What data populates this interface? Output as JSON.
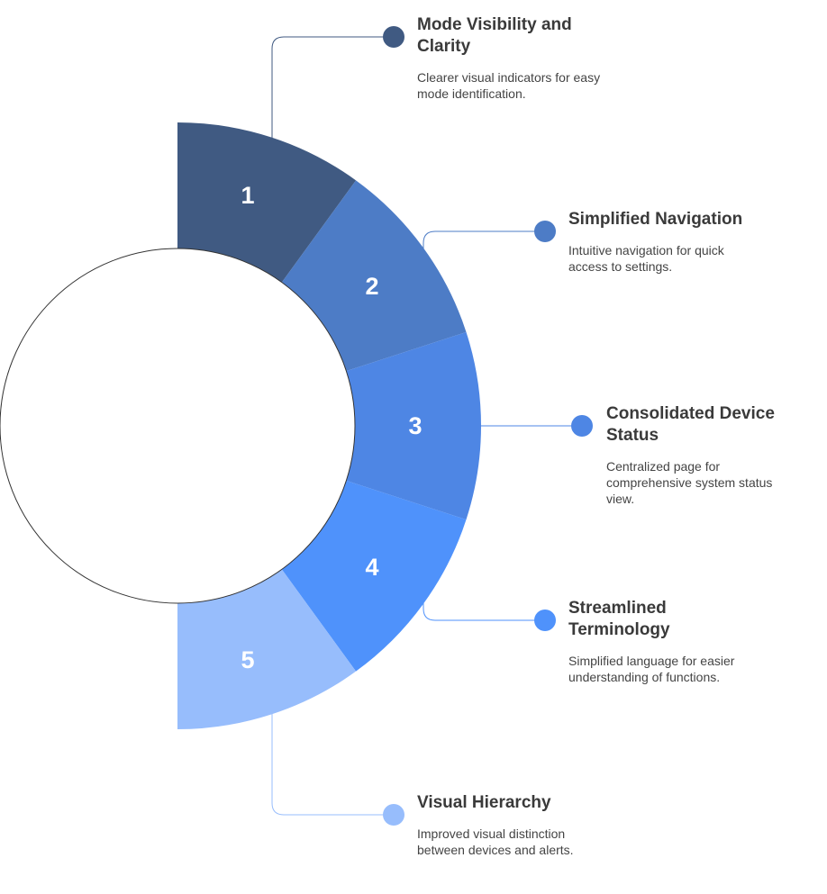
{
  "items": [
    {
      "number": "1",
      "title": "Mode Visibility and Clarity",
      "description": "Clearer visual indicators for easy mode identification.",
      "color": "#405a82"
    },
    {
      "number": "2",
      "title": "Simplified Navigation",
      "description": "Intuitive navigation for quick access to settings.",
      "color": "#4d7cc6"
    },
    {
      "number": "3",
      "title": "Consolidated Device Status",
      "description": "Centralized page for comprehensive system status view.",
      "color": "#4e86e4"
    },
    {
      "number": "4",
      "title": "Streamlined Terminology",
      "description": "Simplified language for easier understanding of functions.",
      "color": "#4f92fb"
    },
    {
      "number": "5",
      "title": "Visual Hierarchy",
      "description": "Improved visual distinction between devices and alerts.",
      "color": "#97bdfc"
    }
  ]
}
